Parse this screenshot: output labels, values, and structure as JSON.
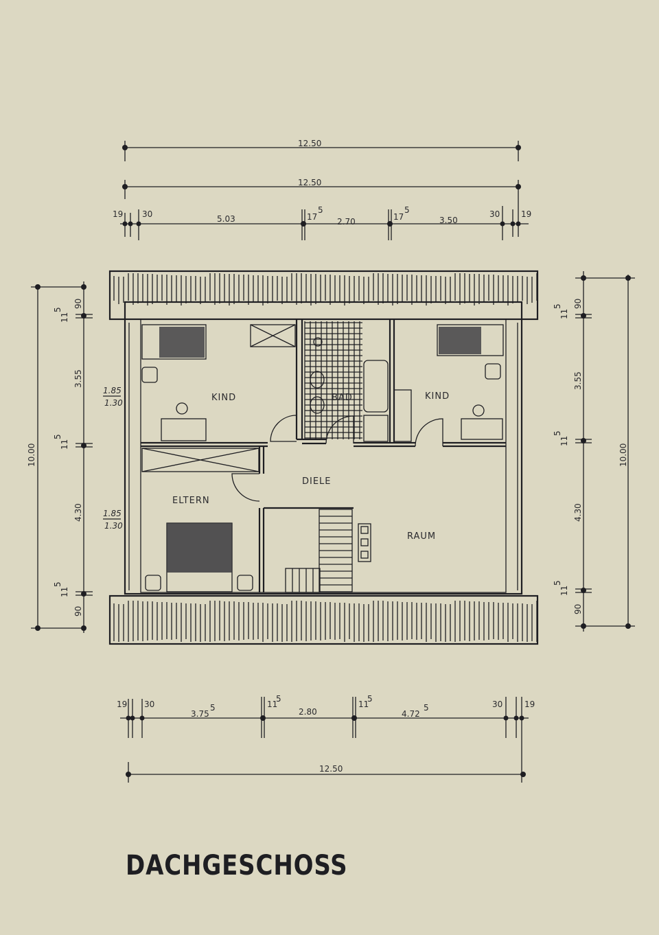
{
  "title": "DACHGESCHOSS",
  "top_dims": {
    "overall_1": "12.50",
    "overall_2": "12.50",
    "segments": [
      "19",
      "30",
      "5.03",
      "17",
      "5",
      "2.70",
      "17",
      "5",
      "3.50",
      "30",
      "19"
    ]
  },
  "bottom_dims": {
    "overall": "12.50",
    "segments": [
      "19",
      "30",
      "3.75",
      "5",
      "11",
      "5",
      "2.80",
      "11",
      "5",
      "4.72",
      "5",
      "30",
      "19"
    ]
  },
  "left_dims": {
    "overall": "10.00",
    "segments": [
      "90",
      "11",
      "5",
      "3.55",
      "11",
      "5",
      "4.30",
      "11",
      "5",
      "90"
    ],
    "heights_upper": [
      "1.85",
      "1.30"
    ],
    "heights_lower": [
      "1.85",
      "1.30"
    ]
  },
  "right_dims": {
    "overall": "10.00",
    "segments": [
      "90",
      "11",
      "5",
      "3.55",
      "11",
      "5",
      "4.30",
      "11",
      "5",
      "90"
    ]
  },
  "rooms": {
    "kind_left": "KIND",
    "bad": "BAD",
    "kind_right": "KIND",
    "diele": "DIELE",
    "eltern": "ELTERN",
    "raum": "RAUM"
  }
}
